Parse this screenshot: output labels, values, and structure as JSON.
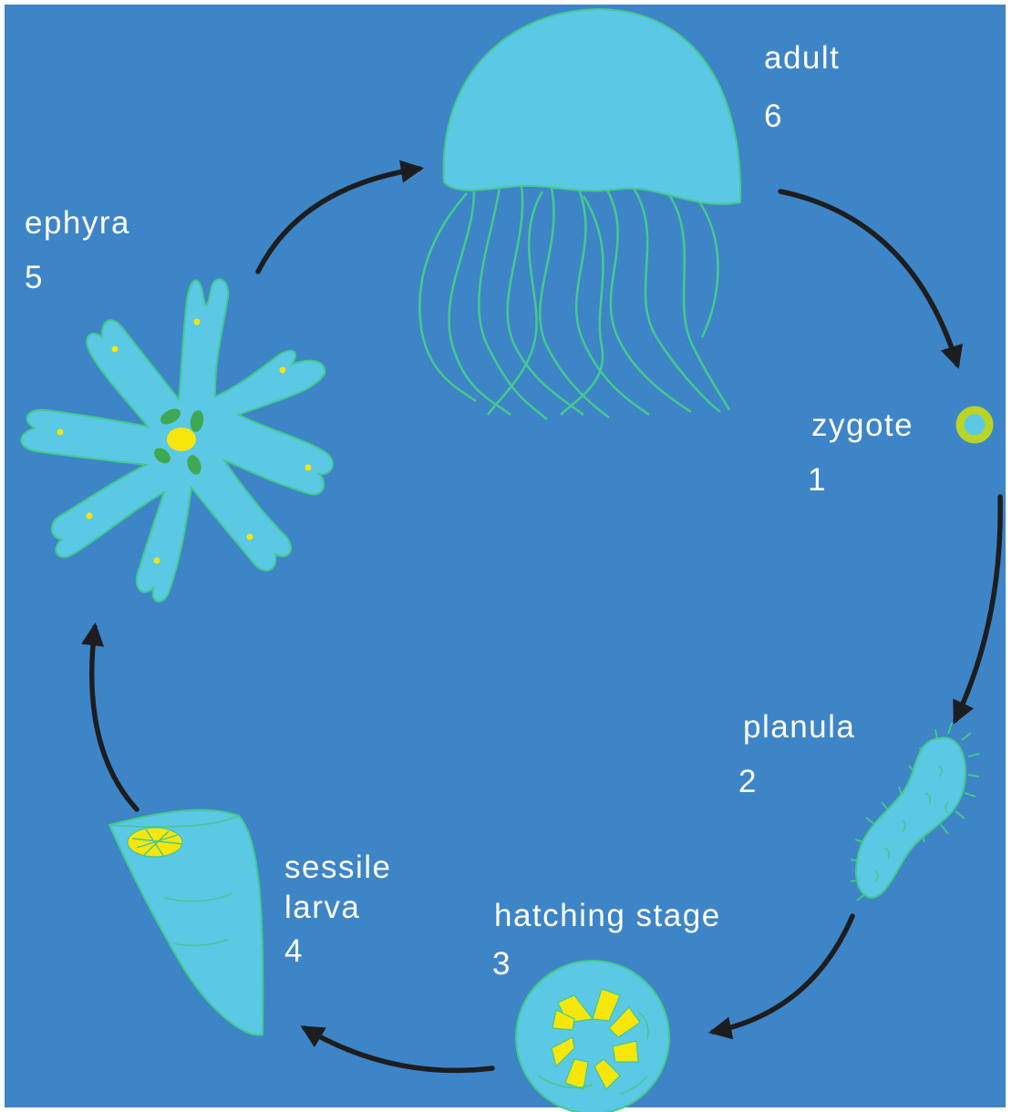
{
  "colors": {
    "background": "#3d85c6",
    "body": "#5bc8e4",
    "outline": "#44c98f",
    "yolk": "#f6e60c",
    "zygote_ring": "#b9d425",
    "gonad": "#3fa852",
    "arrow": "#1d1d1f"
  },
  "stages": {
    "zygote": {
      "name": "zygote",
      "number": "1"
    },
    "planula": {
      "name": "planula",
      "number": "2"
    },
    "hatching": {
      "name": "hatching stage",
      "number": "3"
    },
    "sessile": {
      "name_line1": "sessile",
      "name_line2": "larva",
      "number": "4"
    },
    "ephyra": {
      "name": "ephyra",
      "number": "5"
    },
    "adult": {
      "name": "adult",
      "number": "6"
    }
  }
}
